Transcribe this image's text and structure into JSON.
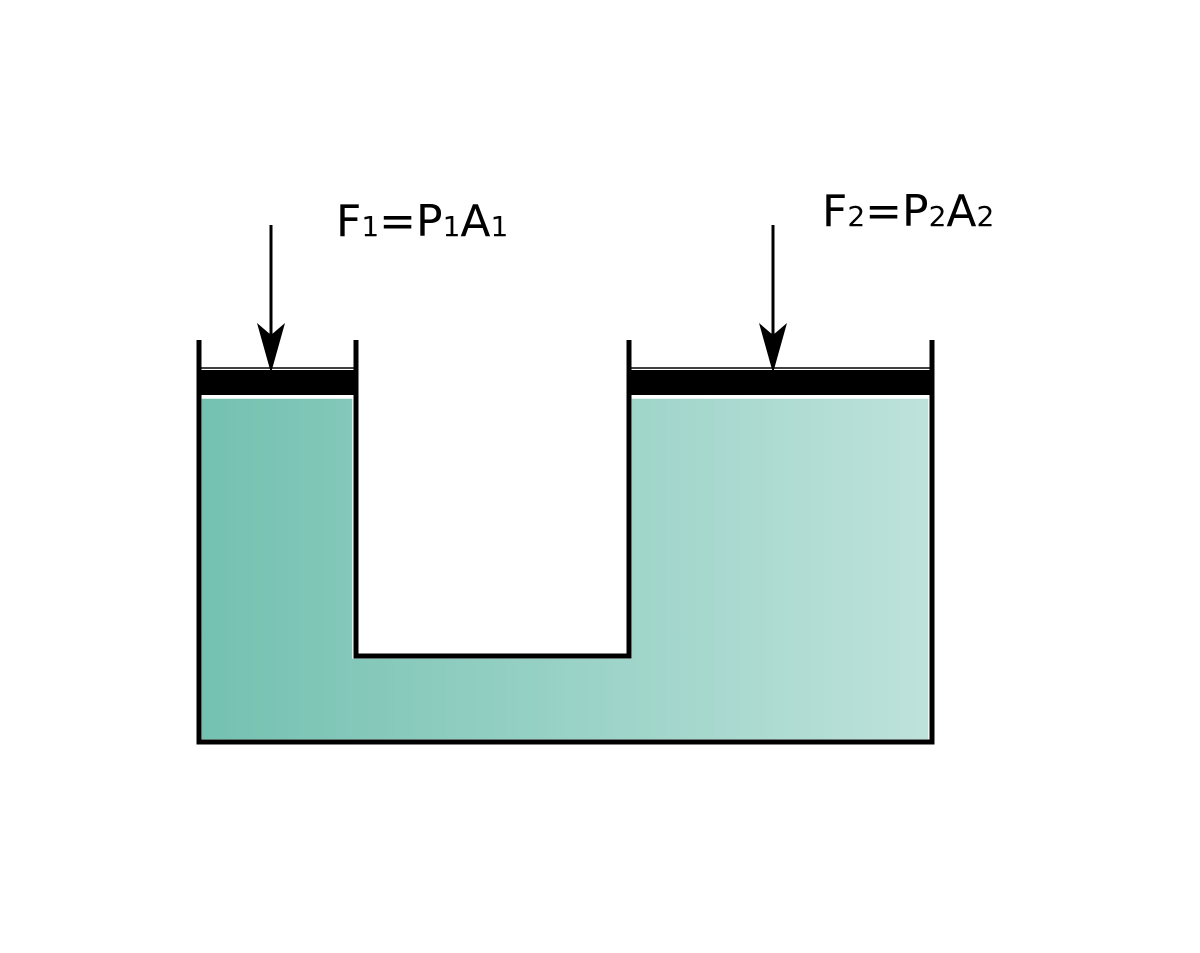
{
  "labels": {
    "left_force": {
      "f": "F",
      "f_sub": "1",
      "eq": "=",
      "p": "P",
      "p_sub": "1",
      "a": "A",
      "a_sub": "1"
    },
    "right_force": {
      "f": "F",
      "f_sub": "2",
      "eq": "=",
      "p": "P",
      "p_sub": "2",
      "a": "A",
      "a_sub": "2"
    }
  },
  "colors": {
    "fluid_left": "#74c1b1",
    "fluid_right": "#bde2db",
    "outline": "#000000",
    "piston": "#000000",
    "background": "#ffffff"
  }
}
